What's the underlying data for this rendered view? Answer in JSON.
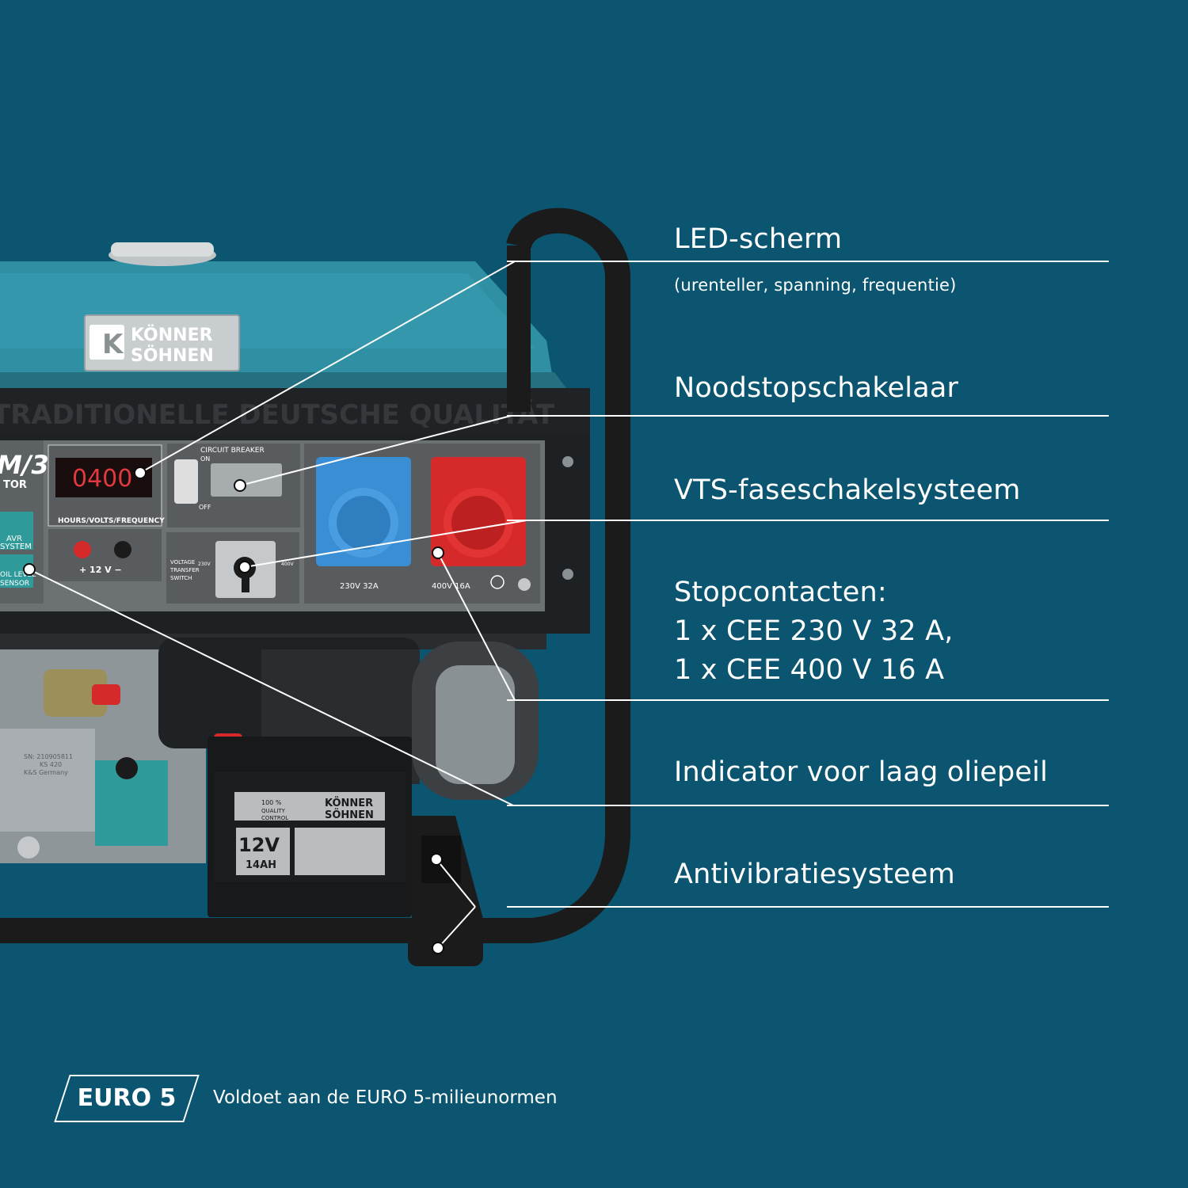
{
  "brand": {
    "name_line1": "KÖNNER",
    "name_line2": "SÖHNEN",
    "tagline": "TRADITIONELLE DEUTSCHE QUALITÄT"
  },
  "panel": {
    "model_fragment": "M/3",
    "model_sub": "TOR",
    "display_value": "0400",
    "display_caption": "HOURS/VOLTS/FREQUENCY",
    "breaker_title": "CIRCUIT BREAKER",
    "breaker_on": "ON",
    "breaker_off": "OFF",
    "dc_output": "+  12 V  −",
    "avr_label_1": "AVR",
    "avr_label_2": "SYSTEM",
    "oil_label_1": "OIL LEVEL",
    "oil_label_2": "SENSOR",
    "vts_label_1": "VOLTAGE",
    "vts_label_2": "TRANSFER",
    "vts_label_3": "SWITCH",
    "vts_230": "230V",
    "vts_400": "400V",
    "socket_blue_label": "230V 32A",
    "socket_red_label": "400V 16A"
  },
  "battery": {
    "voltage": "12V",
    "capacity": "14AH",
    "quality_1": "100 %",
    "quality_2": "QUALITY",
    "quality_3": "CONTROL"
  },
  "engine_plate": {
    "sn": "SN: 210905811",
    "model": "KS 420",
    "origin": "K&S Germany"
  },
  "features": [
    {
      "title": "LED-scherm",
      "subtitle": "(urenteller, spanning, frequentie)"
    },
    {
      "title": "Noodstopschakelaar"
    },
    {
      "title": "VTS-faseschakelsysteem"
    },
    {
      "title": "Stopcontacten:",
      "lines": [
        "1 x CEE 230 V 32 A,",
        "1 x CEE 400 V 16 A"
      ]
    },
    {
      "title": "Indicator voor laag oliepeil"
    },
    {
      "title": "Antivibratiesysteem"
    }
  ],
  "footer": {
    "badge": "EURO 5",
    "caption": "Voldoet aan de EURO 5-milieunormen"
  },
  "colors": {
    "background": "#0b5570",
    "generator_teal": "#2f8fa3",
    "socket_blue": "#3a8fd4",
    "socket_red": "#d62a2a",
    "frame": "#1b1b1b",
    "line": "#ffffff"
  }
}
